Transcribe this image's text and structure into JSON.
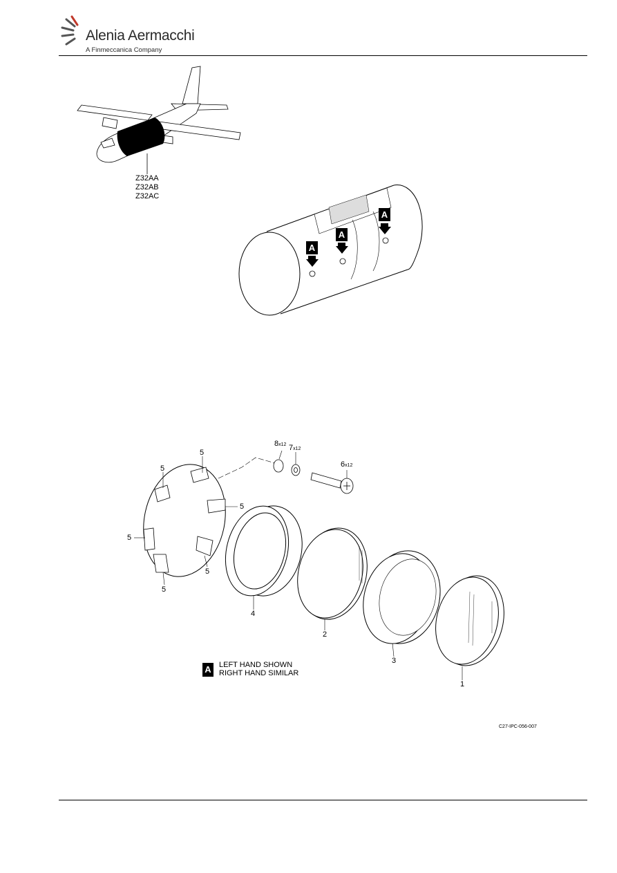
{
  "header": {
    "brand_name": "Alenia Aermacchi",
    "brand_sub": "A Finmeccanica Company"
  },
  "zones": [
    "Z32AA",
    "Z32AB",
    "Z32AC"
  ],
  "view_marker": "A",
  "parts": {
    "p1": "1",
    "p2": "2",
    "p3": "3",
    "p4": "4",
    "p5": "5",
    "p6": "6",
    "p6_qty": "x12",
    "p7": "7",
    "p7_qty": "x12",
    "p8": "8",
    "p8_qty": "x12"
  },
  "legend": {
    "marker": "A",
    "line1": "LEFT HAND SHOWN",
    "line2": "RIGHT HAND SIMILAR"
  },
  "figure_ref": "C27-IPC-056-007"
}
